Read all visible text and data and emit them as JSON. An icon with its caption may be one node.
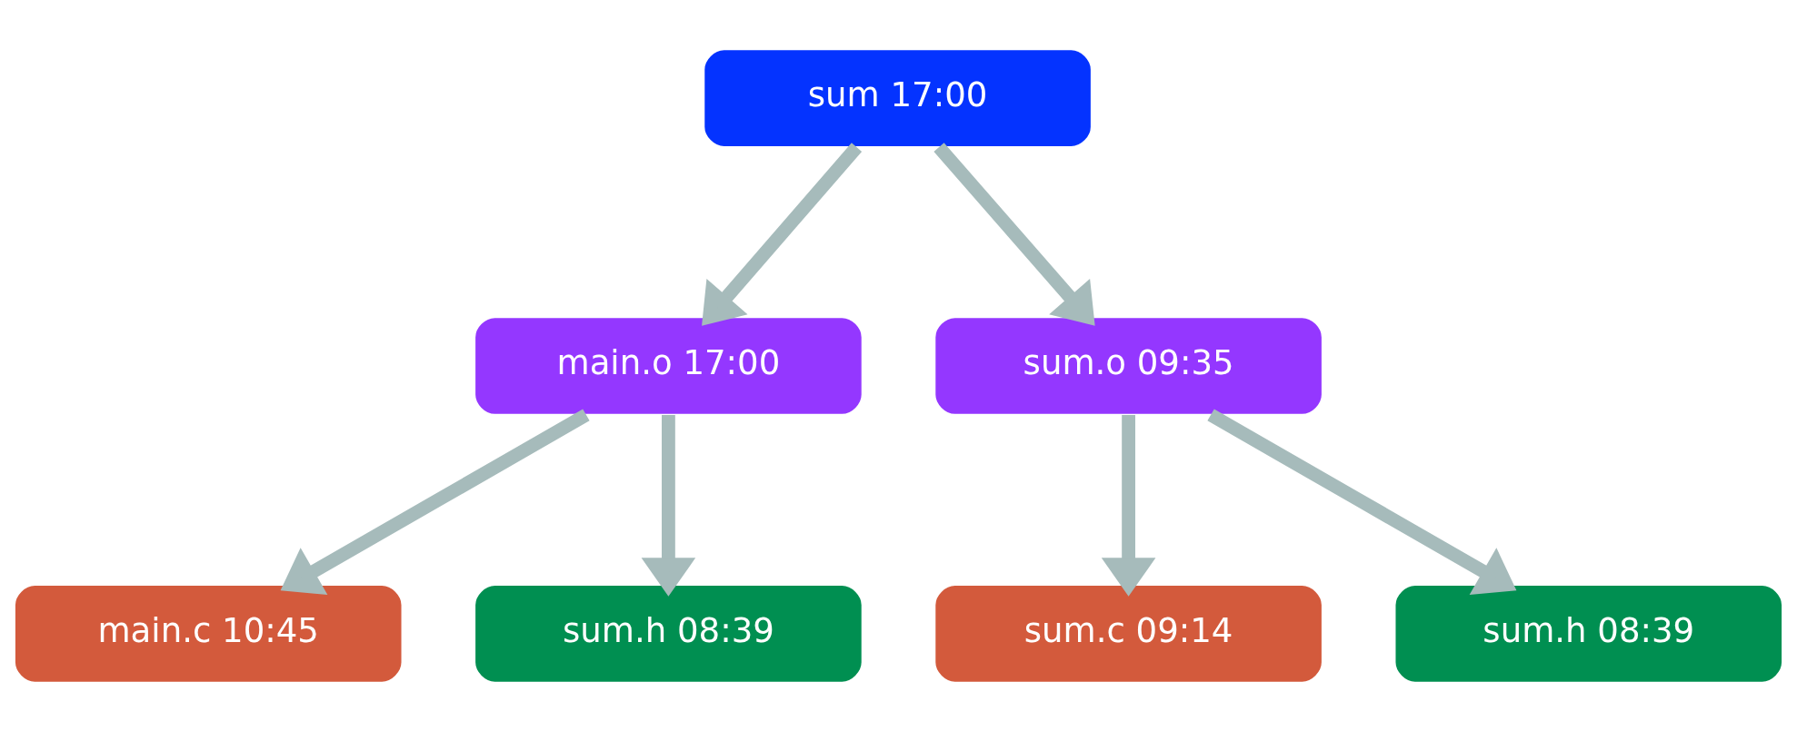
{
  "diagram": {
    "nodes": [
      {
        "text": [
          "sum 17:00"
        ]
      },
      {
        "text": [
          "main.o 17:00"
        ]
      },
      {
        "text": [
          "sum.o 09:35"
        ]
      },
      {
        "text": [
          "main.c 10:45"
        ]
      },
      {
        "text": [
          "sum.h 08:39"
        ]
      },
      {
        "text": [
          "sum.c 09:14"
        ]
      },
      {
        "text": [
          "sum.h 08:39"
        ]
      }
    ],
    "edges": [
      {
        "from": 0,
        "to": 1,
        "arrow": "to"
      },
      {
        "from": 0,
        "to": 2,
        "arrow": "to"
      },
      {
        "from": 1,
        "to": 3,
        "arrow": "to"
      },
      {
        "from": 1,
        "to": 4,
        "arrow": "to"
      },
      {
        "from": 2,
        "to": 5,
        "arrow": "to"
      },
      {
        "from": 2,
        "to": 6,
        "arrow": "to"
      }
    ]
  }
}
